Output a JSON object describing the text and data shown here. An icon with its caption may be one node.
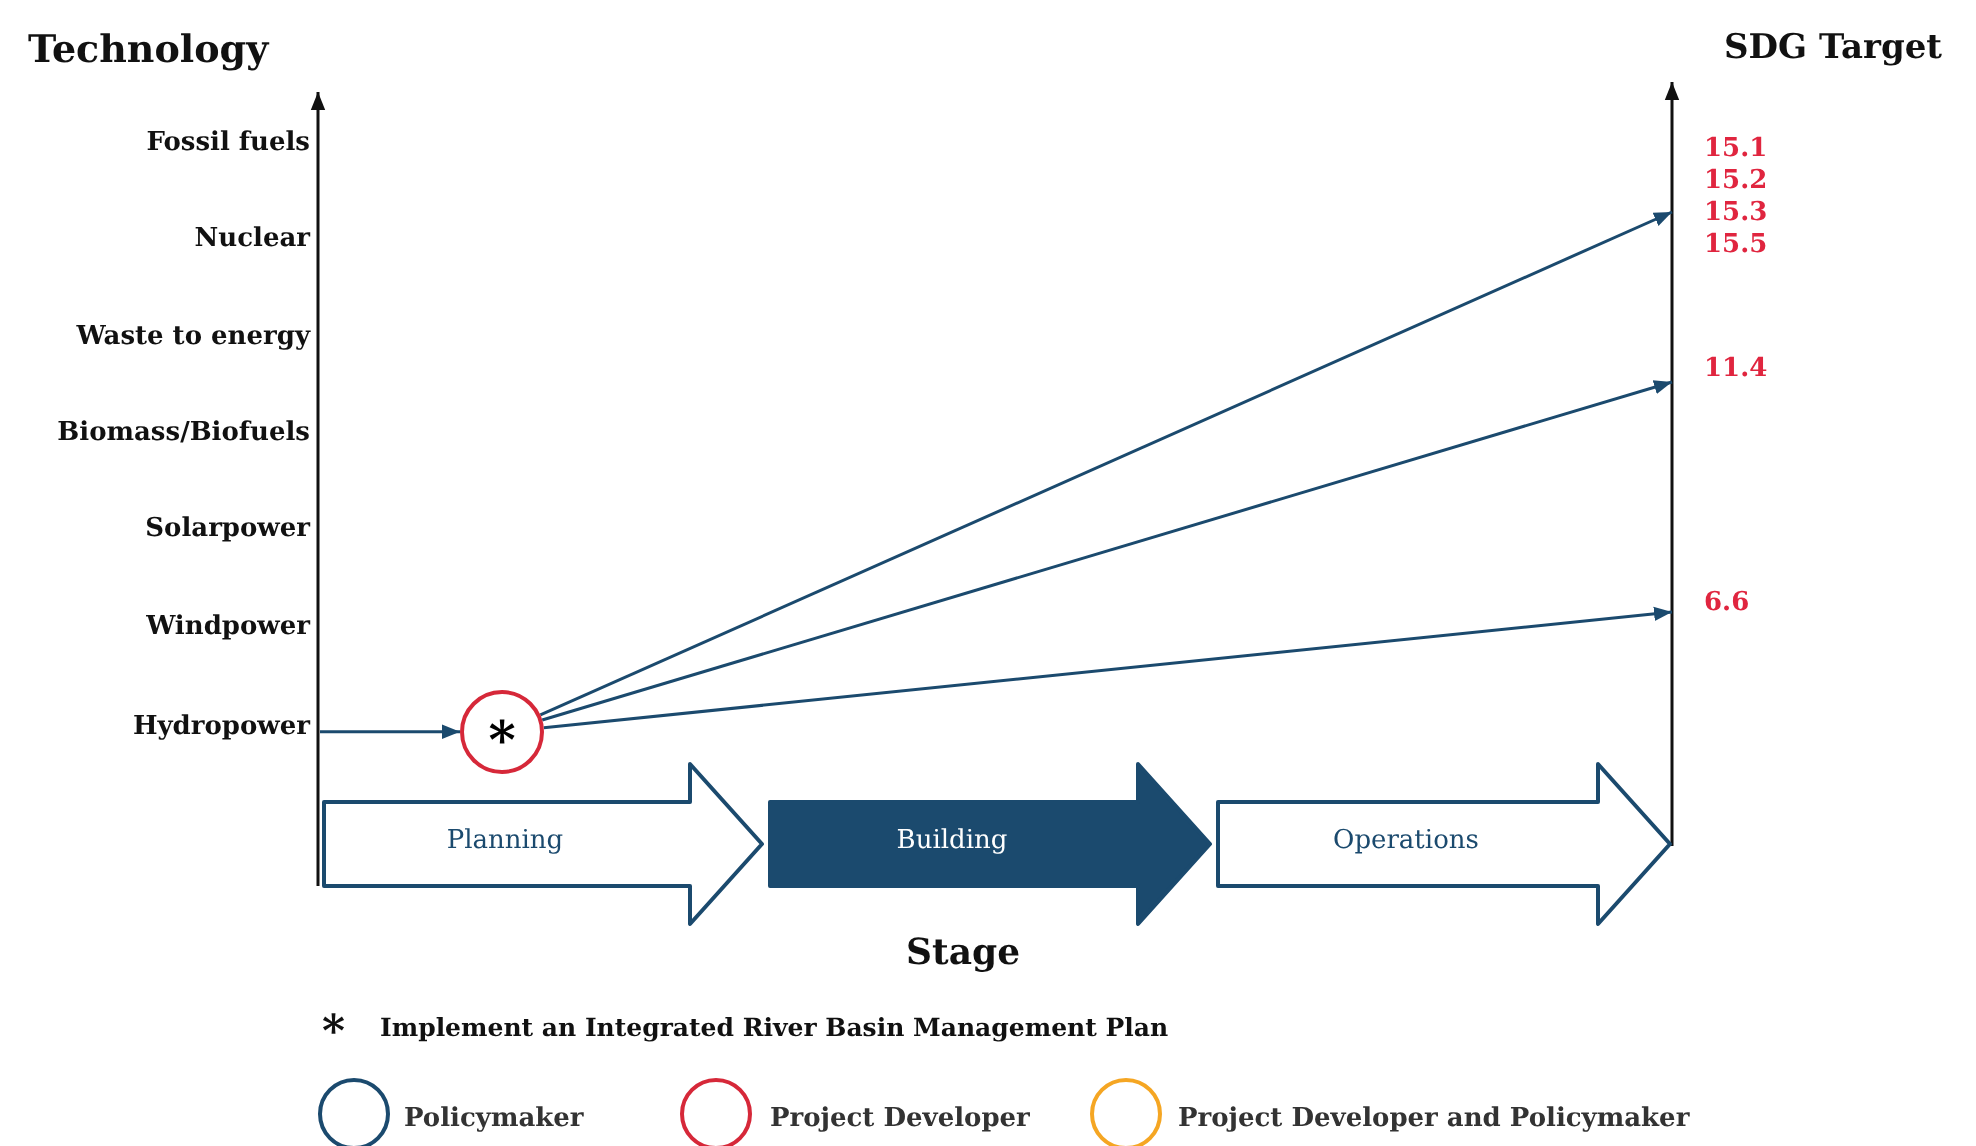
{
  "diagram": {
    "nodes": [
      {
        "text": [
          "Hydropower"
        ]
      },
      {
        "text": [
          "*"
        ]
      },
      {
        "text": [
          "15.1",
          "15.2",
          "15.3",
          "15.5"
        ]
      },
      {
        "text": [
          "11.4"
        ]
      },
      {
        "text": [
          "6.6"
        ]
      },
      {
        "text": [
          "Planning"
        ]
      },
      {
        "text": [
          "Building"
        ]
      },
      {
        "text": [
          "Operations"
        ]
      }
    ],
    "edges": [
      {
        "from": 0,
        "to": 1,
        "arrow": "to"
      },
      {
        "from": 1,
        "to": 2,
        "arrow": "to"
      },
      {
        "from": 1,
        "to": 3,
        "arrow": "to"
      },
      {
        "from": 1,
        "to": 4,
        "arrow": "to"
      }
    ],
    "labels": [
      "Technology",
      "SDG Target",
      "Fossil fuels",
      "Nuclear",
      "Waste to energy",
      "Biomass/Biofuels",
      "Solarpower",
      "Windpower",
      "Stage",
      "*",
      "Implement an Integrated River Basin Management Plan"
    ],
    "legend": [
      {
        "text": "Policymaker",
        "color": "#1b4a6e"
      },
      {
        "text": "Project Developer",
        "color": "#d62839"
      },
      {
        "text": "Project Developer and Policymaker",
        "color": "#f5a623"
      }
    ]
  }
}
